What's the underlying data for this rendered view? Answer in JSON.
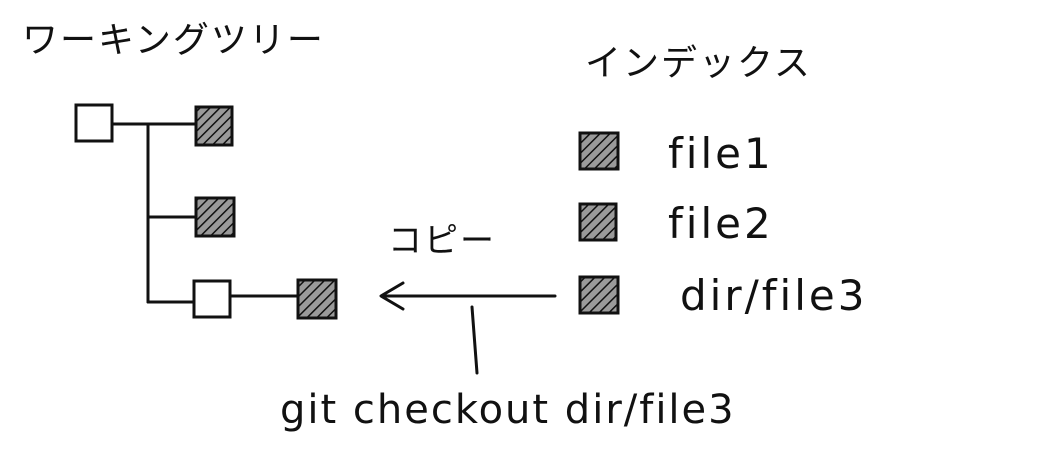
{
  "working_tree": {
    "title": "ワーキングツリー"
  },
  "index": {
    "title": "インデックス",
    "files": [
      {
        "name": "file1"
      },
      {
        "name": "file2"
      },
      {
        "name": "dir/file3"
      }
    ]
  },
  "copy_label": "コピー",
  "command": "git checkout dir/file3",
  "colors": {
    "ink": "#111111",
    "background": "#ffffff"
  }
}
